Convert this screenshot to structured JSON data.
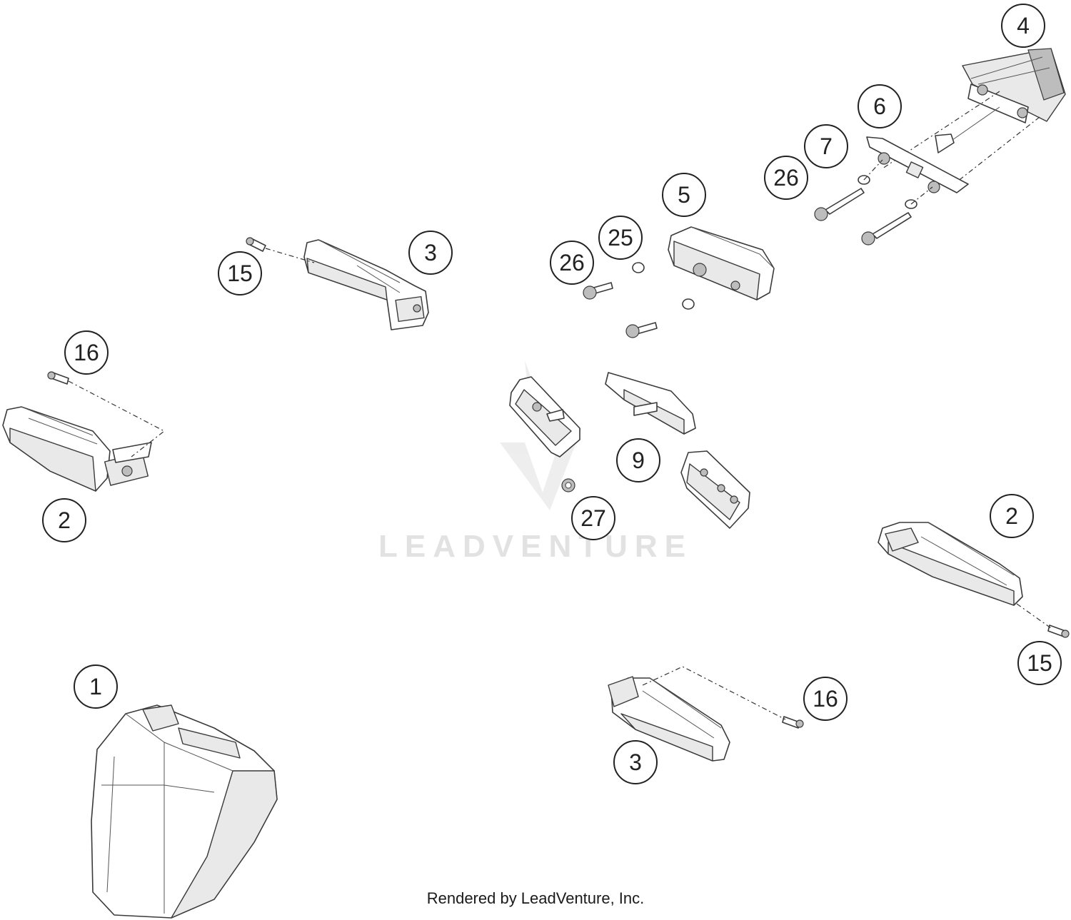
{
  "watermark": {
    "text": "LEADVENTURE"
  },
  "credit": {
    "text": "Rendered by LeadVenture, Inc."
  },
  "callouts": [
    {
      "label": "4"
    },
    {
      "label": "6"
    },
    {
      "label": "7"
    },
    {
      "label": "26"
    },
    {
      "label": "5"
    },
    {
      "label": "25"
    },
    {
      "label": "26"
    },
    {
      "label": "3"
    },
    {
      "label": "15"
    },
    {
      "label": "16"
    },
    {
      "label": "2"
    },
    {
      "label": "9"
    },
    {
      "label": "27"
    },
    {
      "label": "2"
    },
    {
      "label": "15"
    },
    {
      "label": "1"
    },
    {
      "label": "16"
    },
    {
      "label": "3"
    }
  ]
}
